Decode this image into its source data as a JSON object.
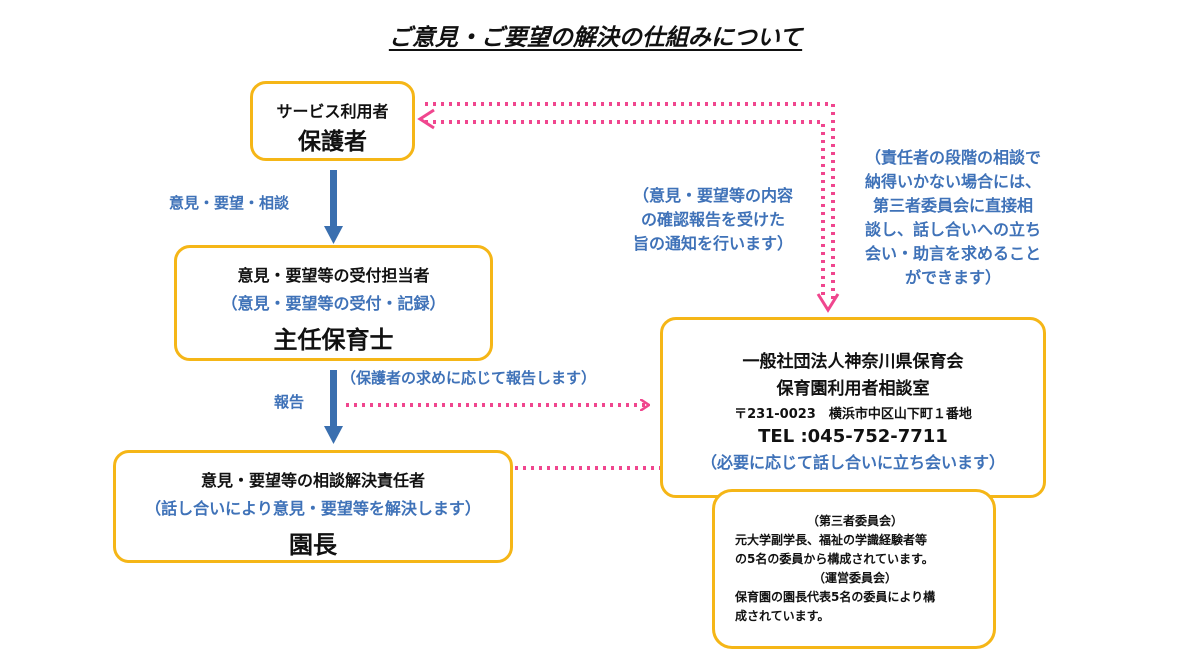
{
  "title": "ご意見・ご要望の解決の仕組みについて",
  "boxes": {
    "guardian": {
      "role": "サービス利用者",
      "name": "保護者"
    },
    "receptionist": {
      "role": "意見・要望等の受付担当者",
      "duty": "（意見・要望等の受付・記録）",
      "name": "主任保育士"
    },
    "resolver": {
      "role": "意見・要望等の相談解決責任者",
      "duty": "（話し合いにより意見・要望等を解決します）",
      "name": "園長"
    },
    "association": {
      "org": "一般社団法人神奈川県保育会",
      "office": "保育園利用者相談室",
      "address": "〒231-0023　横浜市中区山下町１番地",
      "tel": "TEL :045-752-7711",
      "note": "（必要に応じて話し合いに立ち会います）"
    },
    "committee": {
      "heading1": "（第三者委員会）",
      "text1a": "元大学副学長、福祉の学識経験者等",
      "text1b": "の5名の委員から構成されています。",
      "heading2": "（運営委員会）",
      "text2a": "保育園の園長代表5名の委員により構",
      "text2b": "成されています。"
    }
  },
  "labels": {
    "opinion": "意見・要望・相談",
    "report": "報告",
    "report_note": "（保護者の求めに応じて報告します）"
  },
  "notes": {
    "confirm": [
      "（意見・要望等の内容",
      "の確認報告を受けた",
      "旨の通知を行います）"
    ],
    "third_party": [
      "（責任者の段階の相談で",
      "納得いかない場合には、",
      "第三者委員会に直接相",
      "談し、話し合いへの立ち",
      "会い・助言を求めること",
      "ができます）"
    ]
  },
  "colors": {
    "border": "#f5b617",
    "blue": "#3f72b8",
    "pink": "#f0468e",
    "arrow": "#3a6faf"
  }
}
